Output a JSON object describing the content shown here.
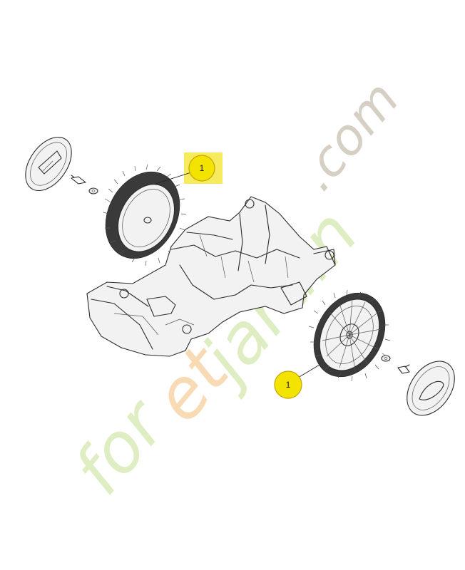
{
  "diagram": {
    "callouts": [
      {
        "id": "callout-1-left-wheel",
        "label": "1"
      },
      {
        "id": "callout-1-right-wheel",
        "label": "1"
      }
    ],
    "watermark": {
      "text_main_a": "for",
      "text_main_b": "et",
      "text_main_c": "jardin",
      "text_suffix": ".com"
    },
    "colors": {
      "callout_fill": "#f3e300",
      "callout_highlight": "#f5e94a",
      "watermark_green": "#d9ebb8",
      "watermark_orange": "#f7d4a8",
      "watermark_gray": "#cfc7b9"
    }
  }
}
